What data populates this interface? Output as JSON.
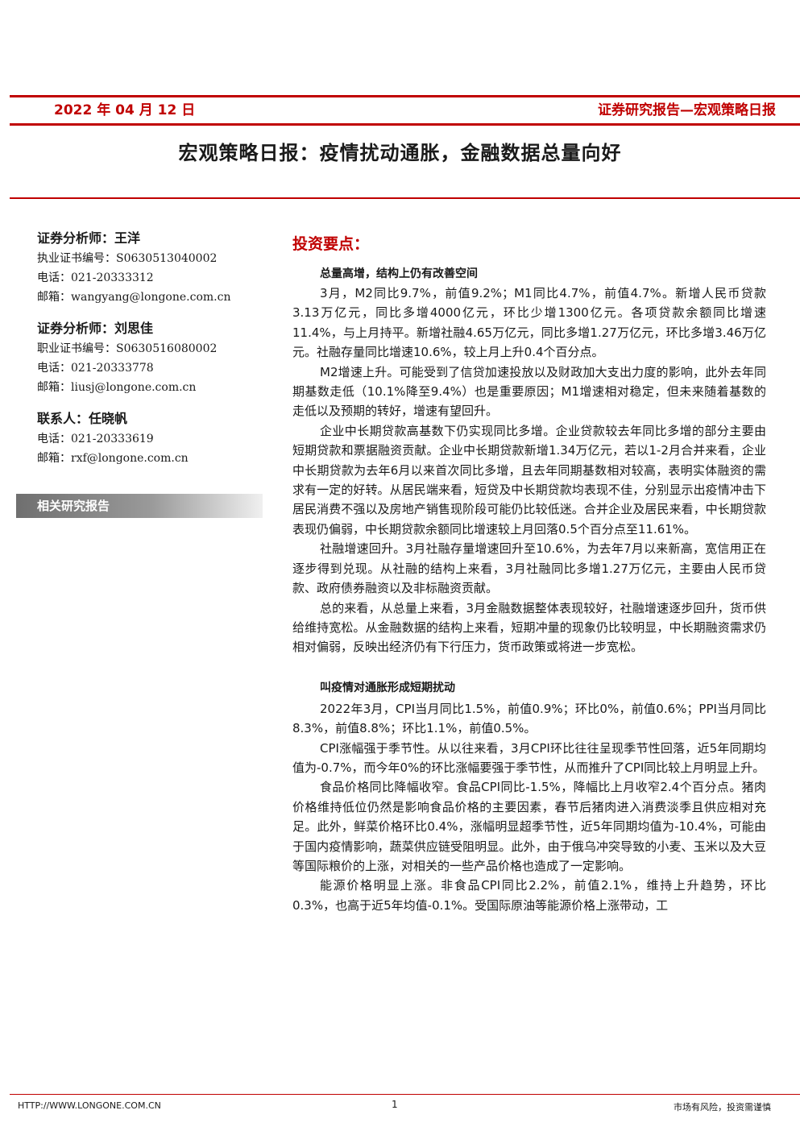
{
  "header": {
    "date": "2022 年 04 月 12 日",
    "series": "证券研究报告—宏观策略日报"
  },
  "title": "宏观策略日报：疫情扰动通胀，金融数据总量向好",
  "analysts": [
    {
      "name": "证券分析师：王洋",
      "lines": [
        "执业证书编号：S0630513040002",
        "电话：021-20333312",
        "邮箱：wangyang@longone.com.cn"
      ]
    },
    {
      "name": "证券分析师：刘思佳",
      "lines": [
        "职业证书编号：S0630516080002",
        "电话：021-20333778",
        "邮箱：liusj@longone.com.cn"
      ]
    },
    {
      "name": "联系人：任晓帆",
      "lines": [
        "电话：021-20333619",
        "邮箱：rxf@longone.com.cn"
      ]
    }
  ],
  "related_reports_label": "相关研究报告",
  "main": {
    "section_title": "投资要点：",
    "subsection1": {
      "heading": "总量高增，结构上仍有改善空间",
      "paragraphs": [
        "3月，M2同比9.7%，前值9.2%；M1同比4.7%，前值4.7%。新增人民币贷款3.13万亿元，同比多增4000亿元，环比少增1300亿元。各项贷款余额同比增速11.4%，与上月持平。新增社融4.65万亿元，同比多增1.27万亿元，环比多增3.46万亿元。社融存量同比增速10.6%，较上月上升0.4个百分点。",
        "M2增速上升。可能受到了信贷加速投放以及财政加大支出力度的影响，此外去年同期基数走低（10.1%降至9.4%）也是重要原因；M1增速相对稳定，但未来随着基数的走低以及预期的转好，增速有望回升。",
        "企业中长期贷款高基数下仍实现同比多增。企业贷款较去年同比多增的部分主要由短期贷款和票据融资贡献。企业中长期贷款新增1.34万亿元，若以1-2月合并来看，企业中长期贷款为去年6月以来首次同比多增，且去年同期基数相对较高，表明实体融资的需求有一定的好转。从居民端来看，短贷及中长期贷款均表现不佳，分别显示出疫情冲击下居民消费不强以及房地产销售现阶段可能仍比较低迷。合并企业及居民来看，中长期贷款表现仍偏弱，中长期贷款余额同比增速较上月回落0.5个百分点至11.61%。",
        "社融增速回升。3月社融存量增速回升至10.6%，为去年7月以来新高，宽信用正在逐步得到兑现。从社融的结构上来看，3月社融同比多增1.27万亿元，主要由人民币贷款、政府债券融资以及非标融资贡献。",
        "总的来看，从总量上来看，3月金融数据整体表现较好，社融增速逐步回升，货币供给维持宽松。从金融数据的结构上来看，短期冲量的现象仍比较明显，中长期融资需求仍相对偏弱，反映出经济仍有下行压力，货币政策或将进一步宽松。"
      ]
    },
    "subsection2": {
      "heading": "叫疫情对通胀形成短期扰动",
      "paragraphs": [
        "2022年3月，CPI当月同比1.5%，前值0.9%；环比0%，前值0.6%；PPI当月同比8.3%，前值8.8%；环比1.1%，前值0.5%。",
        "CPI涨幅强于季节性。从以往来看，3月CPI环比往往呈现季节性回落，近5年同期均值为-0.7%，而今年0%的环比涨幅要强于季节性，从而推升了CPI同比较上月明显上升。",
        "食品价格同比降幅收窄。食品CPI同比-1.5%，降幅比上月收窄2.4个百分点。猪肉价格维持低位仍然是影响食品价格的主要因素，春节后猪肉进入消费淡季且供应相对充足。此外，鲜菜价格环比0.4%，涨幅明显超季节性，近5年同期均值为-10.4%，可能由于国内疫情影响，蔬菜供应链受阻明显。此外，由于俄乌冲突导致的小麦、玉米以及大豆等国际粮价的上涨，对相关的一些产品价格也造成了一定影响。",
        "能源价格明显上涨。非食品CPI同比2.2%，前值2.1%，维持上升趋势，环比0.3%，也高于近5年均值-0.1%。受国际原油等能源价格上涨带动，工"
      ]
    }
  },
  "footer": {
    "url": "HTTP://WWW.LONGONE.COM.CN",
    "page": "1",
    "disclaimer": "市场有风险，投资需谨慎"
  }
}
